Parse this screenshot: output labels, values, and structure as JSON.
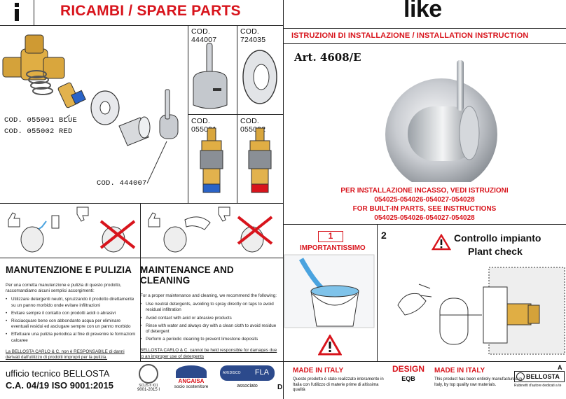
{
  "left_header": {
    "info_icon": "i",
    "title": "RICAMBI / SPARE PARTS"
  },
  "spare_parts": {
    "labels": {
      "blue": "COD. 055001 BLUE",
      "red": "COD. 055002 RED",
      "handle": "COD. 444007"
    },
    "grid": [
      {
        "code": "COD. 444007"
      },
      {
        "code": "COD. 724035"
      },
      {
        "code": "COD. 055001"
      },
      {
        "code": "COD. 055002"
      }
    ]
  },
  "maintenance_it": {
    "title": "MANUTENZIONE E PULIZIA",
    "intro": "Per una corretta manutenzione e pulizia di questo prodotto, raccomandiamo alcuni semplici accorgimenti:",
    "items": [
      "Utilizzare detergenti neutri, spruzzando il prodotto direttamente su un panno morbido onde evitare infiltrazioni",
      "Evitare sempre il contatto con prodotti acidi o abrasivi",
      "Risciacquare bene con abbondante acqua per eliminare eventuali residui ed asciugare sempre con un panno morbido",
      "Effettuare una pulizia periodica al fine di prevenire le formazioni calcaree"
    ],
    "disclaimer": "La BELLOSTA CARLO & C. non è RESPONSABILE di danni derivati dall'utilizzo di prodotti impropri per la pulizia."
  },
  "maintenance_en": {
    "title": "MAINTENANCE AND CLEANING",
    "intro": "For a proper maintenance and cleaning, we recommend the following:",
    "items": [
      "Use neutral detergents, avoiding to spray directly on taps to avoid residual infiltration",
      "Avoid contact with acid or abrasive products",
      "Rinse with water and always dry with a clean cloth to avoid residue of detergent",
      "Perform a periodic cleaning to prevent limestone deposits"
    ],
    "disclaimer": "BELLOSTA CARLO & C. cannot be held responsible for damages due to an improper use of detergents"
  },
  "footer_left": {
    "line1": "ufficio tecnico BELLOSTA",
    "line2": "C.A. 04/19  ISO 9001:2015",
    "cert_iso": "9001-2015 I",
    "cert_iso_sub": "SCUS n IO1",
    "angaisa": "ANGAISA",
    "angaisa_sub": "socio sostenitore",
    "avedisco": "AVEDISCO",
    "fla": "FLA",
    "fla_sub": "associato",
    "letter": "D"
  },
  "right_header": {
    "brand": "like",
    "subtitle": "ISTRUZIONI DI INSTALLAZIONE / INSTALLATION INSTRUCTION",
    "article": "Art. 4608/E"
  },
  "builtin": {
    "line1": "PER INSTALLAZIONE INCASSO, VEDI ISTRUZIONI",
    "line2": "054025-054026-054027-054028",
    "line3": "FOR BUILT-IN PARTS, SEE INSTRUCTIONS",
    "line4": "054025-054026-054027-054028"
  },
  "step1": {
    "number": "1",
    "label": "IMPORTANTISSIMO"
  },
  "step2": {
    "number": "2",
    "label_it": "Controllo impianto",
    "label_en": "Plant check"
  },
  "footer_right": {
    "made_it": "MADE IN ITALY",
    "made_it_text": "Questo prodotto è stato realizzato interamente in Italia con l'utilizzo di materie prime di altissima qualità",
    "design": "DESIGN",
    "design_sub": "EQB",
    "made_en": "MADE IN ITALY",
    "made_en_text": "This product has been entirely manufactured in Italy, by top quality raw materials.",
    "logo": "BELLOSTA",
    "logo_sub": "Rubinetti d'autore dedicati a te",
    "letter": "A"
  },
  "colors": {
    "accent": "#d8141c",
    "brass": "#d4a23a",
    "chrome": "#c9ccd1"
  }
}
